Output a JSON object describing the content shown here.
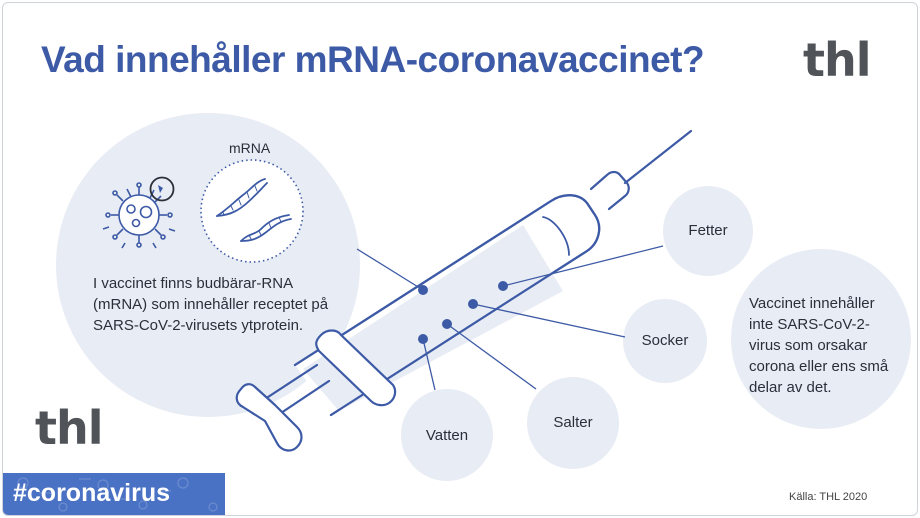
{
  "title": "Vad innehåller mRNA-coronavaccinet?",
  "logo_text": "thl",
  "mrna_label": "mRNA",
  "intro_text": "I vaccinet finns budbärar-RNA (mRNA) som innehåller receptet på SARS-CoV-2-virusets ytprotein.",
  "ingredients": [
    "Fetter",
    "Socker",
    "Salter",
    "Vatten"
  ],
  "note_text": "Vaccinet innehåller inte SARS-CoV-2-virus som orsakar corona eller ens små delar av det.",
  "hashtag": "#coronavirus",
  "source": "Källa: THL 2020",
  "colors": {
    "title_blue": "#3d5aa6",
    "line_blue": "#3d5aa6",
    "circle_fill": "#e8ecf4",
    "logo_gray": "#505458",
    "hashtag_bar": "#4a72c4"
  },
  "icons": [
    "virus-icon",
    "mrna-strand-icon",
    "syringe-illustration"
  ]
}
